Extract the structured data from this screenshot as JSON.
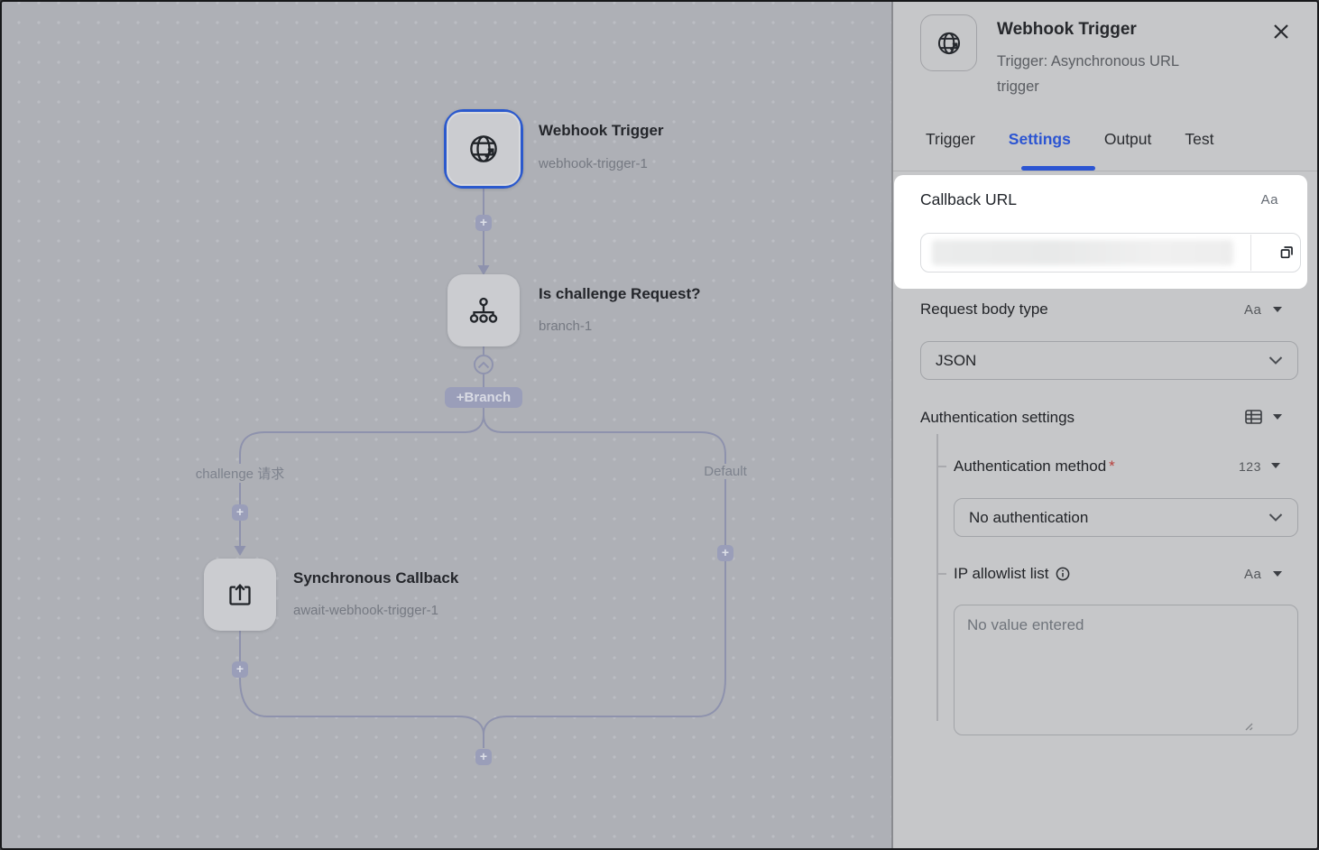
{
  "canvas": {
    "plus": "+",
    "branch_button": "+Branch",
    "branch_labels": {
      "left": "challenge 请求",
      "right": "Default"
    },
    "nodes": [
      {
        "title": "Webhook Trigger",
        "subtitle": "webhook-trigger-1"
      },
      {
        "title": "Is challenge Request?",
        "subtitle": "branch-1"
      },
      {
        "title": "Synchronous Callback",
        "subtitle": "await-webhook-trigger-1"
      }
    ]
  },
  "panel": {
    "header": {
      "title": "Webhook Trigger",
      "subtitle": "Trigger: Asynchronous URL trigger"
    },
    "tabs": [
      {
        "label": "Trigger"
      },
      {
        "label": "Settings"
      },
      {
        "label": "Output"
      },
      {
        "label": "Test"
      }
    ],
    "callback": {
      "label": "Callback URL",
      "type_badge": "Aa"
    },
    "request_body": {
      "label": "Request body type",
      "type_badge": "Aa",
      "value": "JSON"
    },
    "auth": {
      "label": "Authentication settings",
      "method": {
        "label": "Authentication method",
        "required": "*",
        "type_badge": "123",
        "value": "No authentication"
      },
      "ip": {
        "label": "IP allowlist list",
        "type_badge": "Aa",
        "placeholder": "No value entered"
      }
    }
  },
  "colors": {
    "accent_blue": "#3370ff",
    "spotlight_bg": "#ffffff",
    "dim_panel_bg": "#c6c7c9",
    "dim_canvas_bg": "#aeb0b6",
    "edge_purple": "#8e92ad",
    "required_red": "#f54a45"
  }
}
